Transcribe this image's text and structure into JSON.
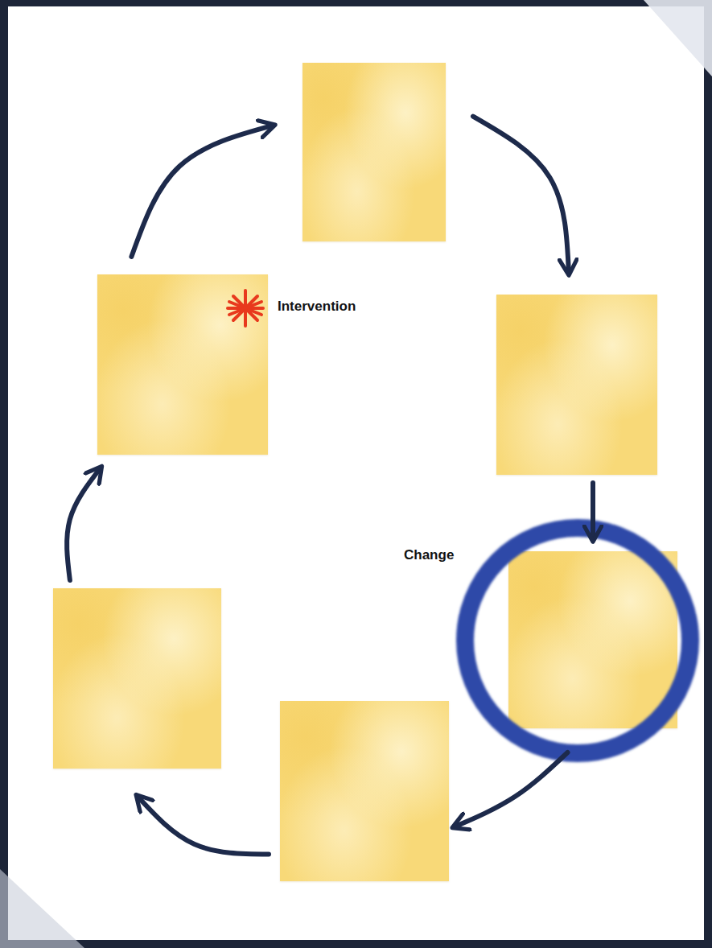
{
  "diagram": {
    "nodes": [
      {
        "text": []
      },
      {
        "text": [
          "Intervention"
        ]
      },
      {
        "text": []
      },
      {
        "text": [
          "Change"
        ]
      },
      {
        "text": []
      },
      {
        "text": []
      }
    ],
    "edges": [
      {
        "from": 0,
        "to": 2,
        "arrow": "to"
      },
      {
        "from": 2,
        "to": 3,
        "arrow": "to"
      },
      {
        "from": 3,
        "to": 5,
        "arrow": "to"
      },
      {
        "from": 5,
        "to": 4,
        "arrow": "to"
      },
      {
        "from": 4,
        "to": 1,
        "arrow": "to"
      },
      {
        "from": 1,
        "to": 0,
        "arrow": "to"
      }
    ]
  }
}
